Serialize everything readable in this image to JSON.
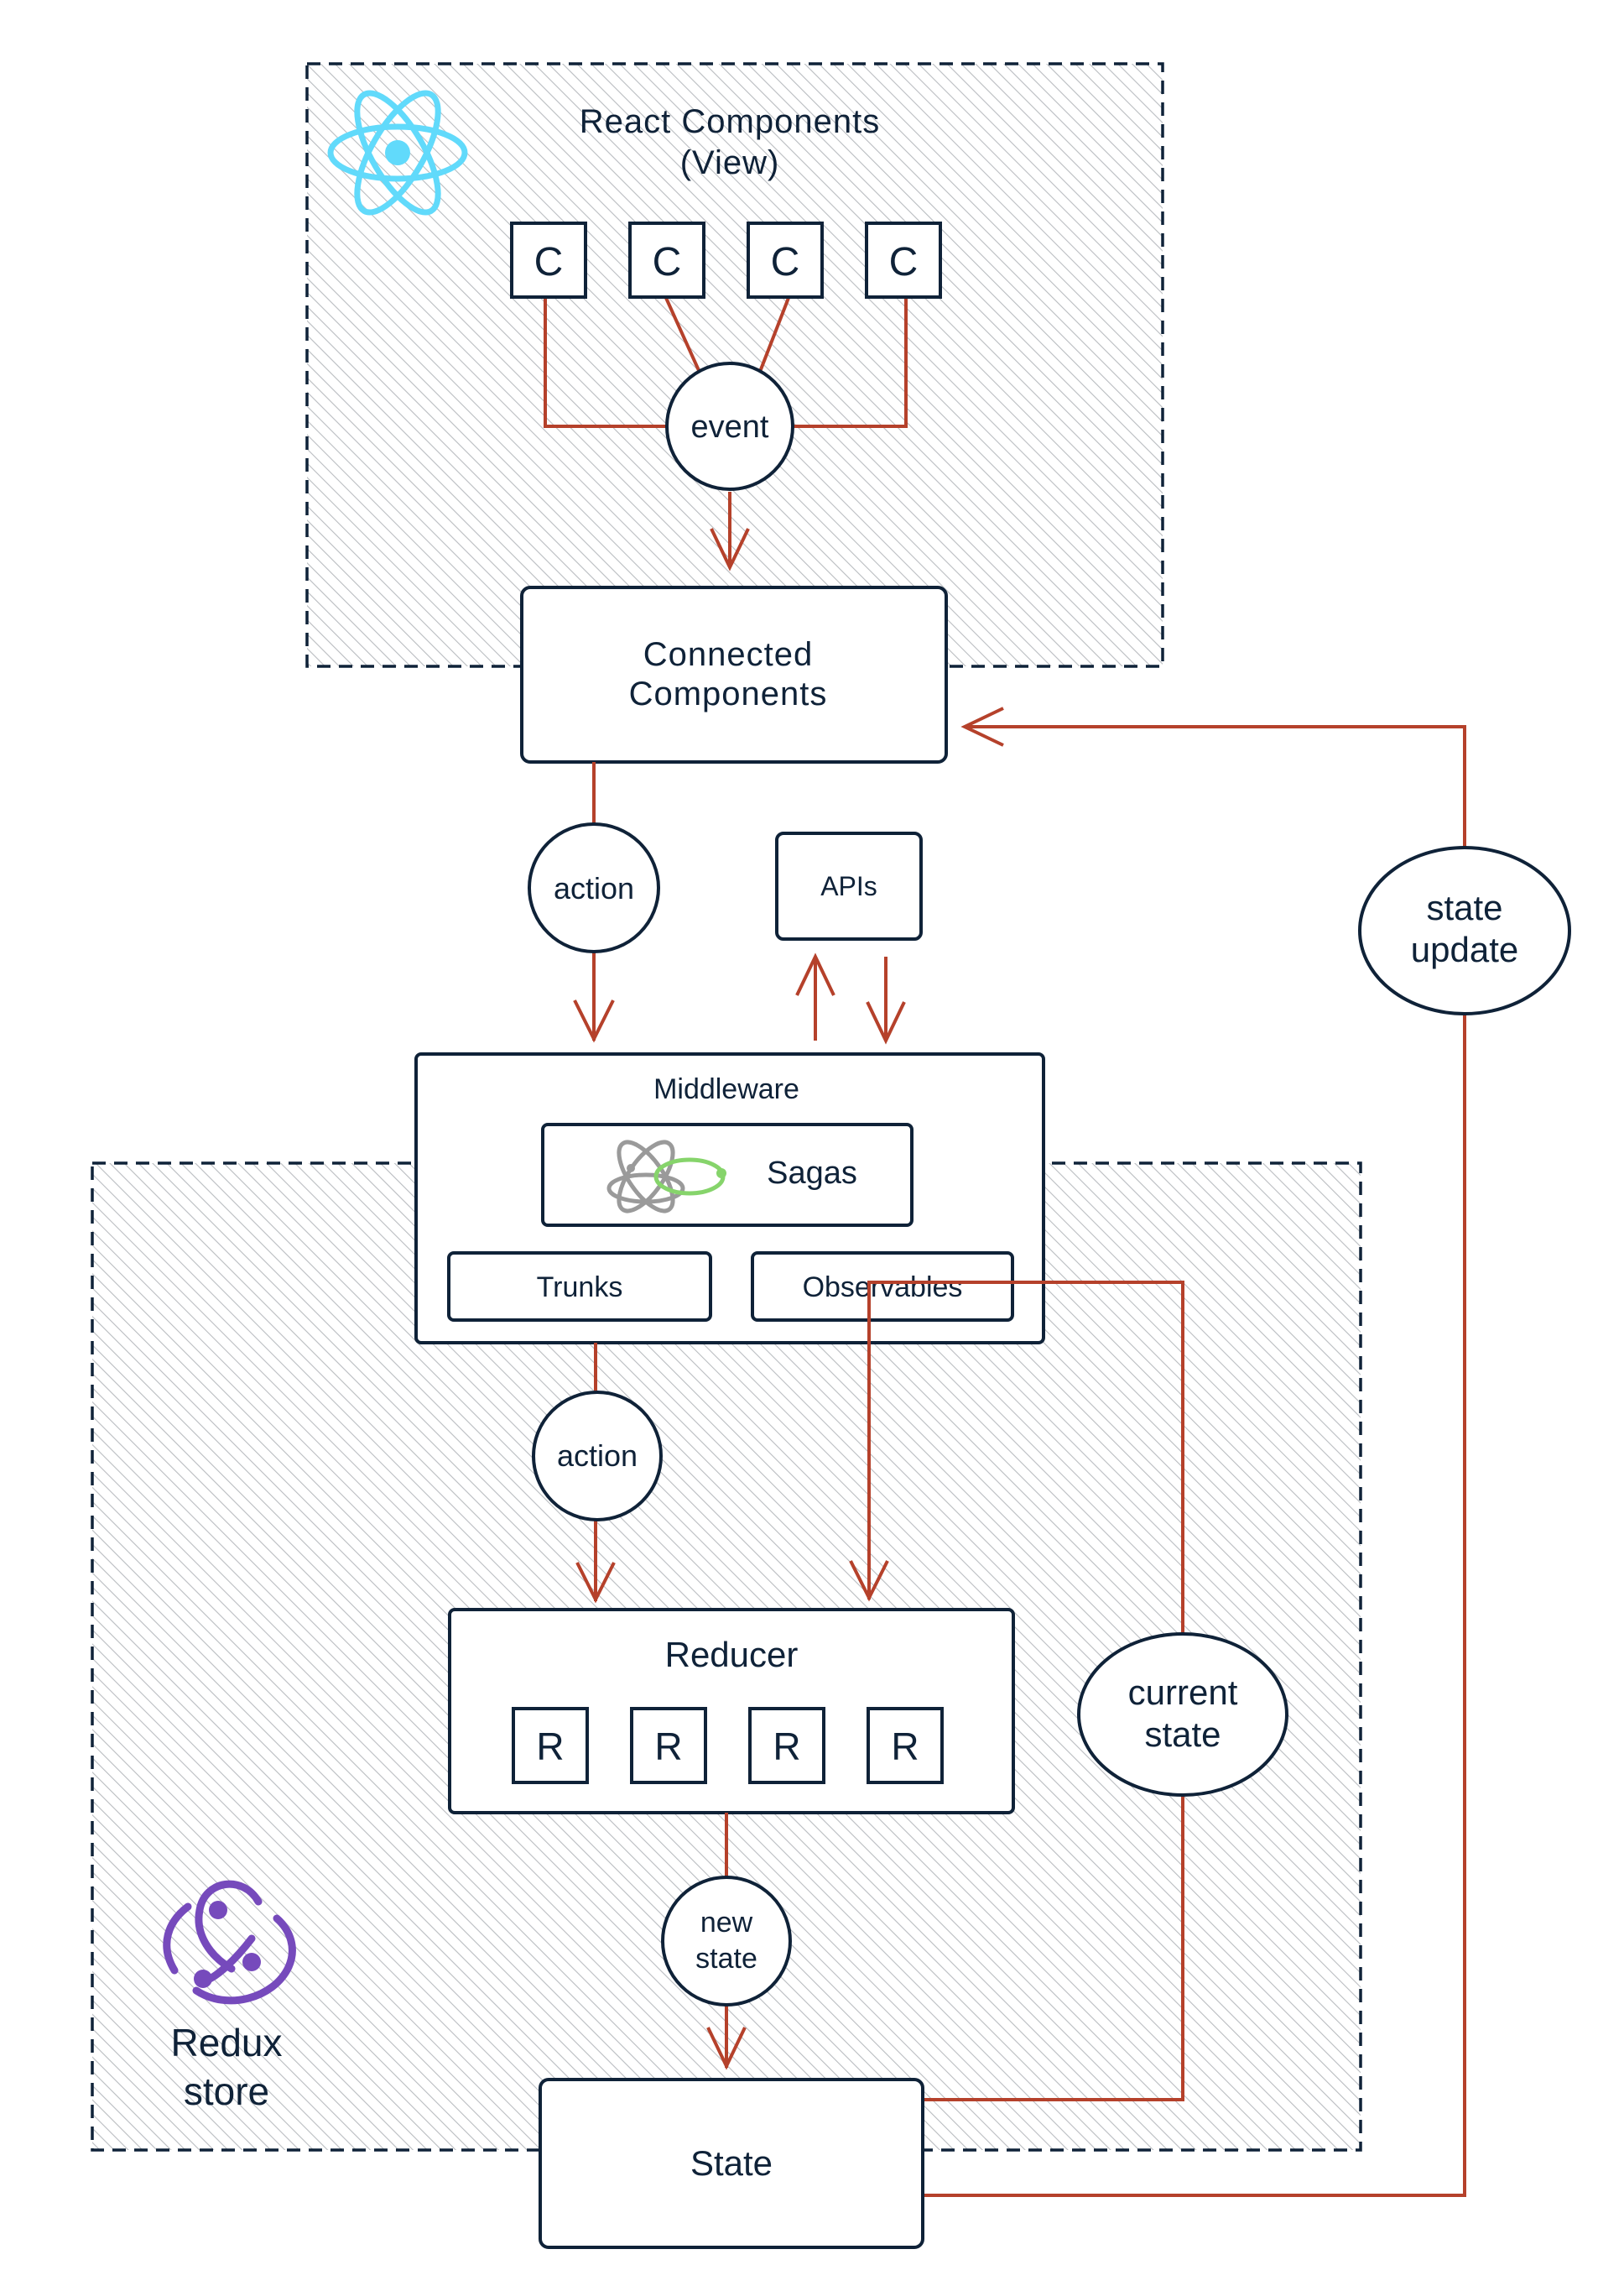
{
  "colors": {
    "ink": "#0f2238",
    "arrow": "#b5412b",
    "hatch": "#b9bcc0",
    "react": "#61dafb",
    "redux": "#764abc",
    "saga_green": "#86d46b",
    "saga_gray": "#9a9a9a"
  },
  "view_region": {
    "icon": "react-logo-icon",
    "title_line1": "React Components",
    "title_line2": "(View)",
    "components": [
      "C",
      "C",
      "C",
      "C"
    ],
    "event": "event"
  },
  "connected": {
    "line1": "Connected",
    "line2": "Components"
  },
  "action_top": "action",
  "apis": "APIs",
  "state_update": {
    "line1": "state",
    "line2": "update"
  },
  "middleware": {
    "title": "Middleware",
    "sagas": "Sagas",
    "sagas_icon": "redux-saga-logo-icon",
    "trunks": "Trunks",
    "observables": "Observables"
  },
  "action_mid": "action",
  "reducer": {
    "title": "Reducer",
    "items": [
      "R",
      "R",
      "R",
      "R"
    ]
  },
  "current_state": {
    "line1": "current",
    "line2": "state"
  },
  "new_state": {
    "line1": "new",
    "line2": "state"
  },
  "store_region": {
    "icon": "redux-logo-icon",
    "label_line1": "Redux",
    "label_line2": "store"
  },
  "state": "State"
}
